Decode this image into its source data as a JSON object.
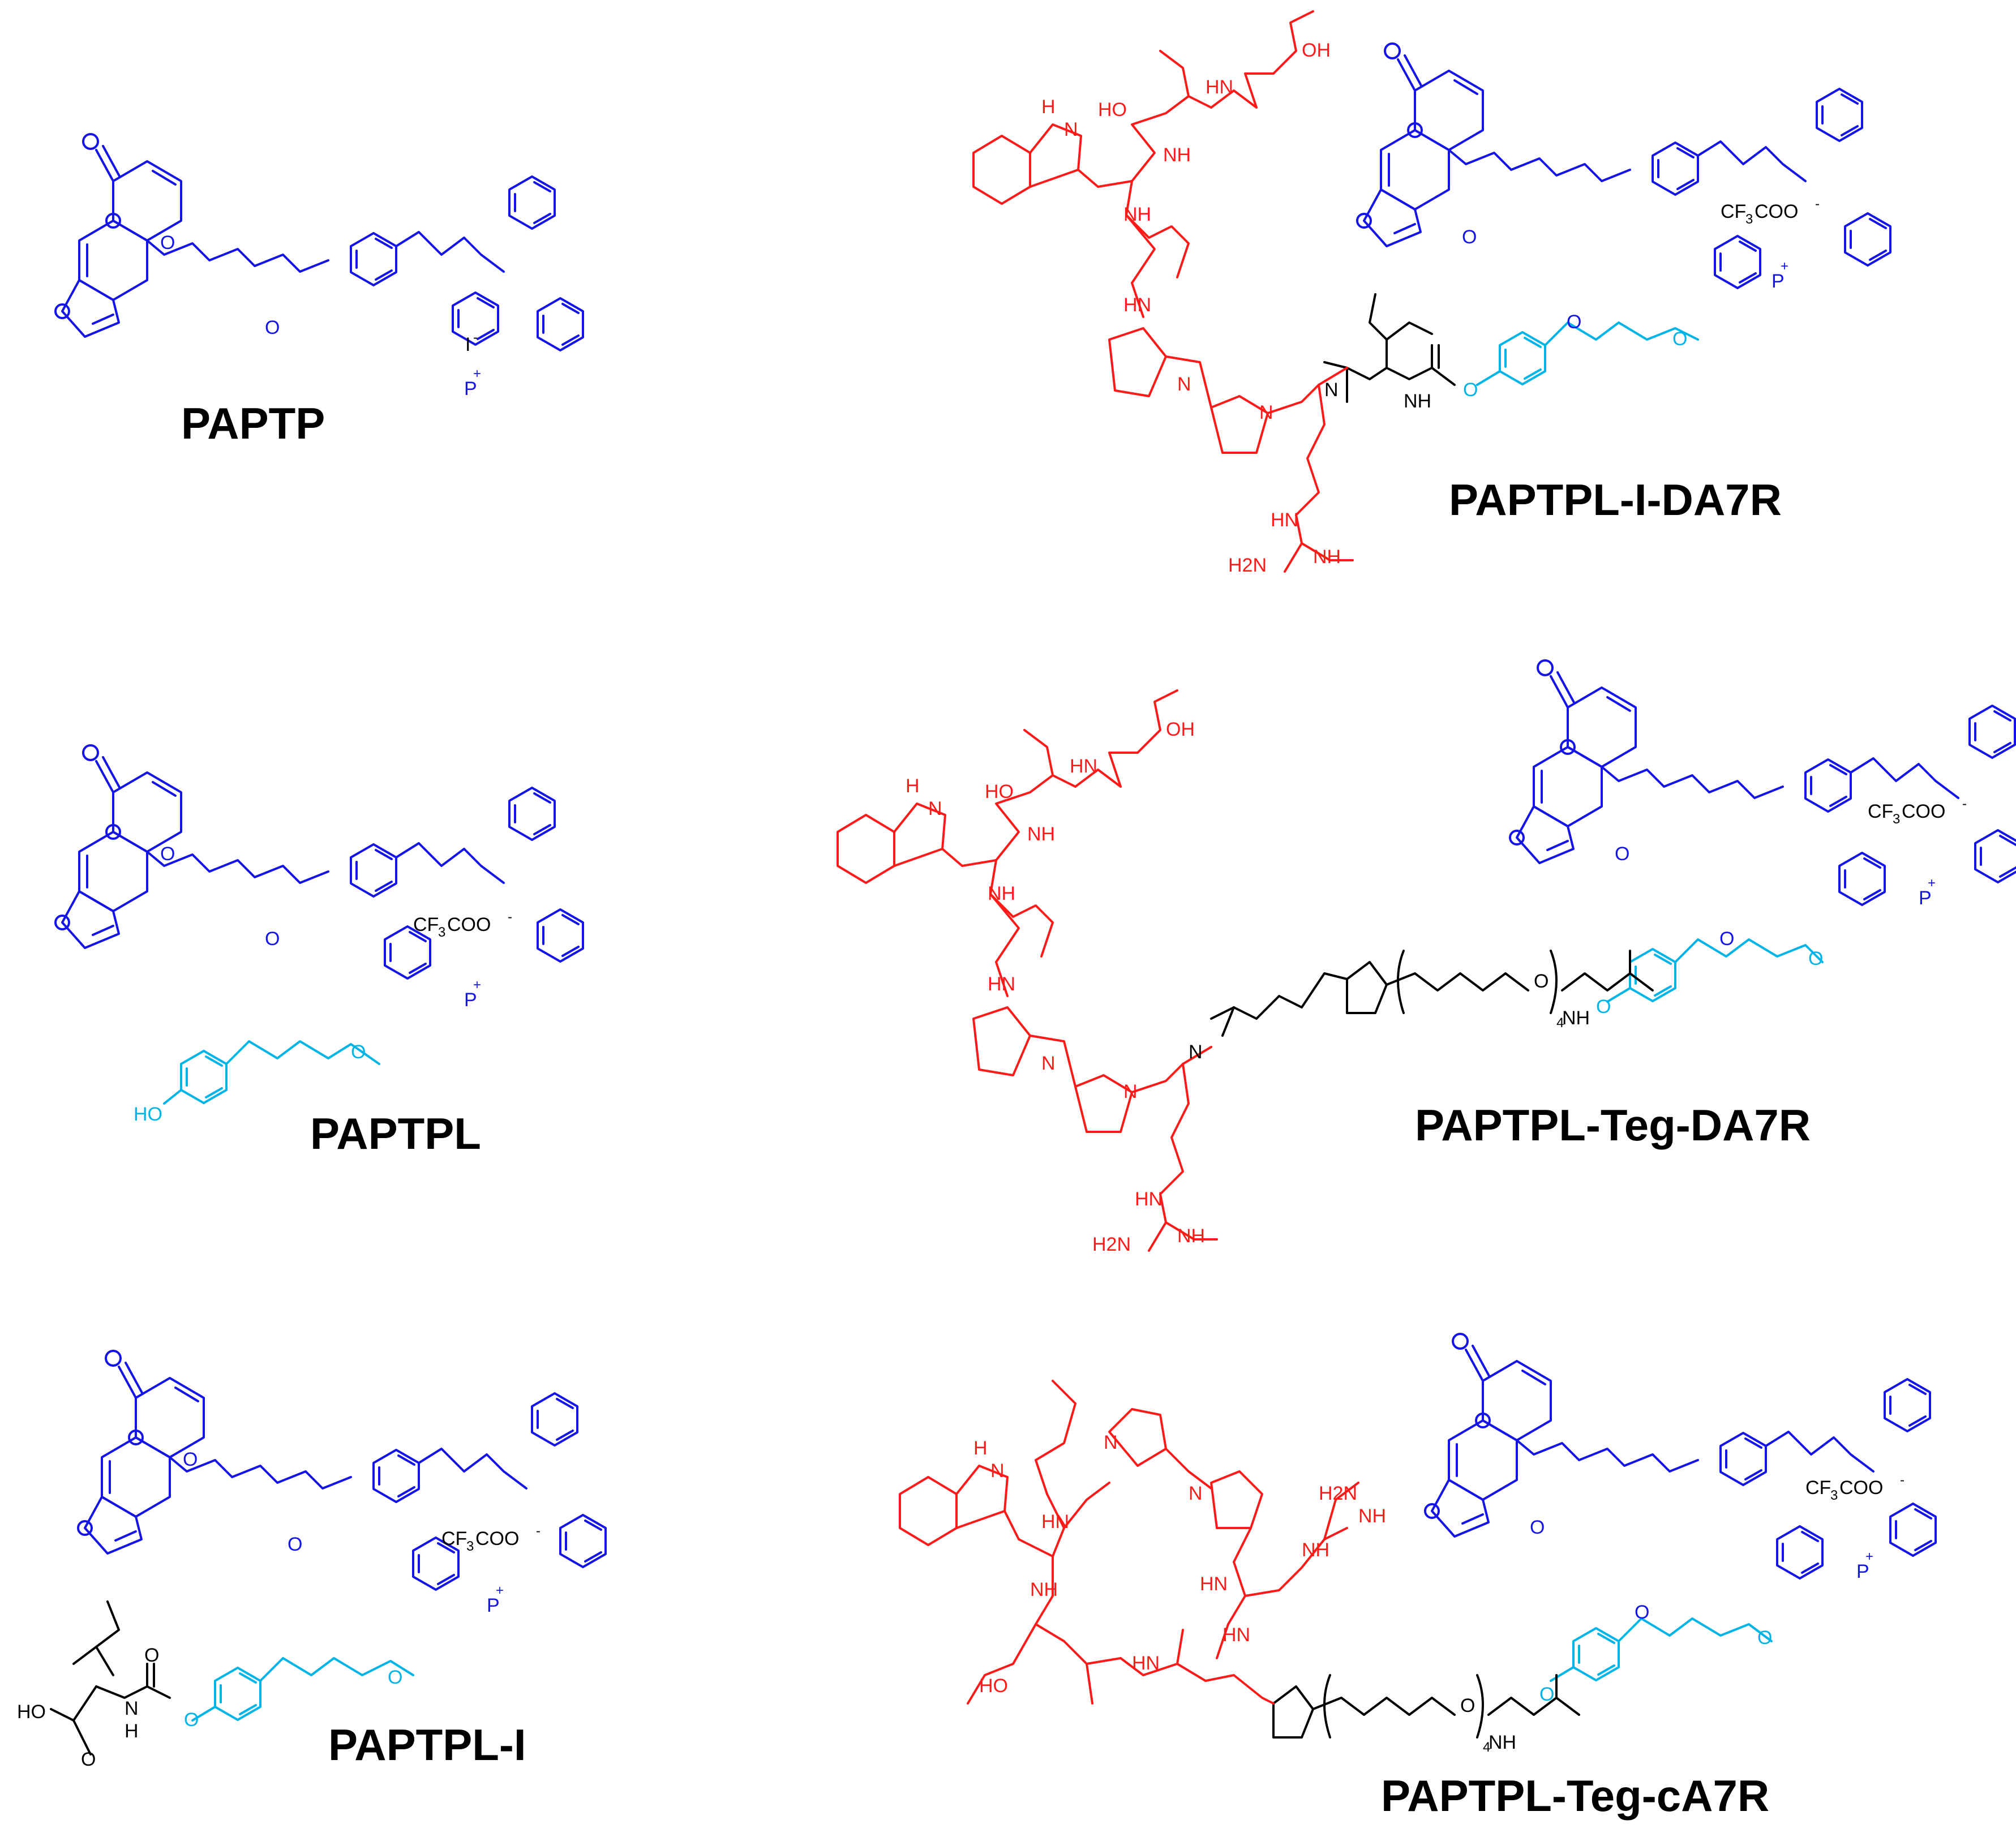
{
  "colors": {
    "psoralen": "#1414e6",
    "linker": "#00b4e6",
    "peptide": "#ff1a1a",
    "spacer": "#000000",
    "background": "#ffffff"
  },
  "compounds": {
    "paptp": {
      "name": "PAPTP",
      "counterion": "I"
    },
    "paptpl": {
      "name": "PAPTPL",
      "counterion_pre": "CF",
      "counterion_sub": "3",
      "counterion_post": "COO"
    },
    "paptpl_i": {
      "name": "PAPTPL-I",
      "counterion_pre": "CF",
      "counterion_sub": "3",
      "counterion_post": "COO"
    },
    "paptpl_i_da7r": {
      "name": "PAPTPL-I-DA7R",
      "counterion_pre": "CF",
      "counterion_sub": "3",
      "counterion_post": "COO"
    },
    "paptpl_teg_da7r": {
      "name": "PAPTPL-Teg-DA7R",
      "counterion_pre": "CF",
      "counterion_sub": "3",
      "counterion_post": "COO",
      "repeat": "4"
    },
    "paptpl_teg_ca7r": {
      "name": "PAPTPL-Teg-cA7R",
      "counterion_pre": "CF",
      "counterion_sub": "3",
      "counterion_post": "COO",
      "repeat": "4"
    }
  },
  "atoms": {
    "o": "O",
    "p": "P",
    "n": "N",
    "nh": "NH",
    "hn": "HN",
    "ho": "HO",
    "oh": "OH",
    "h2n": "H2N",
    "h": "H",
    "charge": "+",
    "minus": "-"
  }
}
